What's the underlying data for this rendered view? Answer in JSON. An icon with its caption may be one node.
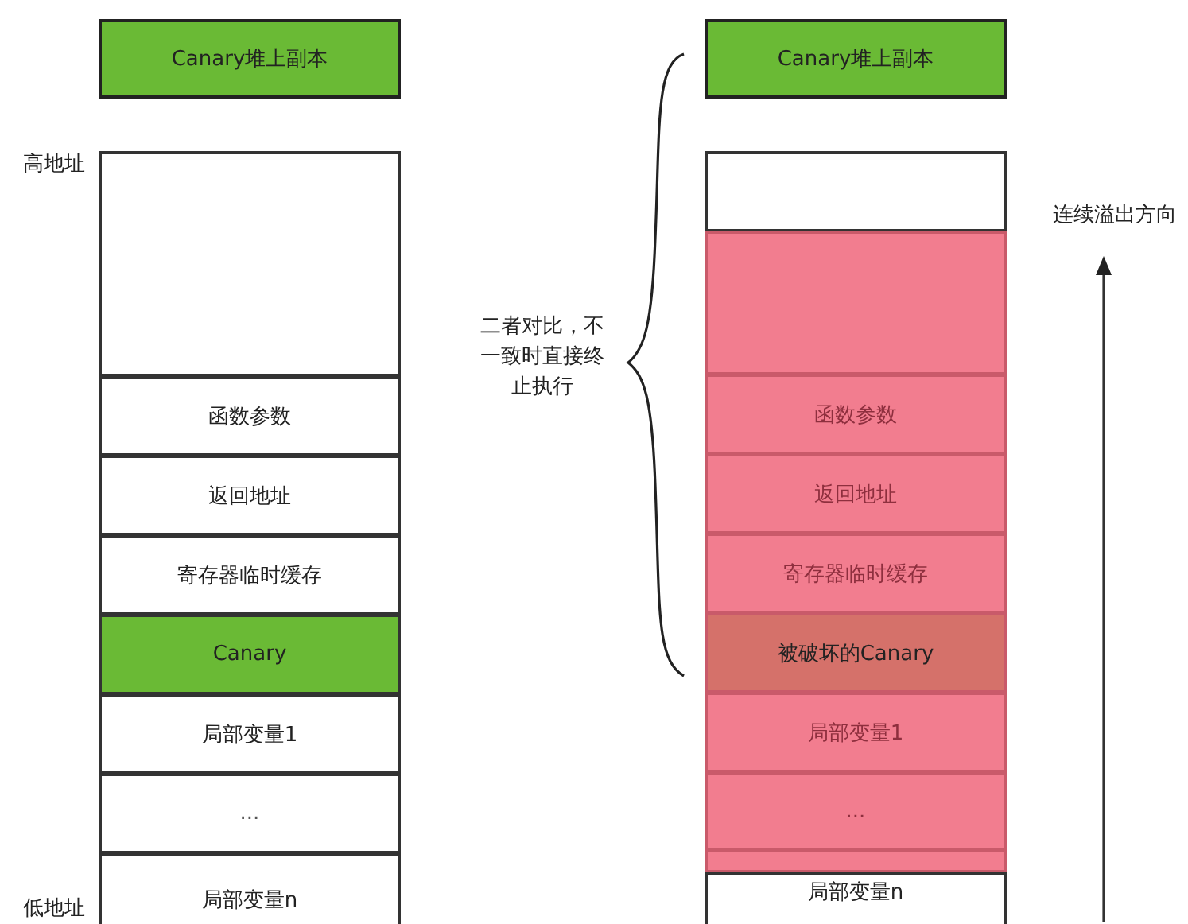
{
  "diagram": {
    "nodes": [
      {
        "text": [
          "Canary堆上副本"
        ]
      },
      {
        "text": [],
        "shape": "box"
      },
      {
        "text": [
          "函数参数"
        ]
      },
      {
        "text": [
          "返回地址"
        ]
      },
      {
        "text": [
          "寄存器临时缓存"
        ]
      },
      {
        "text": [
          "Canary"
        ]
      },
      {
        "text": [
          "局部变量1"
        ]
      },
      {
        "text": [
          "..."
        ]
      },
      {
        "text": [
          "局部变量n"
        ]
      },
      {
        "text": [
          "Canary堆上副本"
        ]
      },
      {
        "text": [],
        "shape": "box"
      },
      {
        "text": [],
        "shape": "box"
      },
      {
        "text": [
          "函数参数"
        ]
      },
      {
        "text": [
          "返回地址"
        ]
      },
      {
        "text": [
          "寄存器临时缓存"
        ]
      },
      {
        "text": [
          "被破坏的Canary"
        ]
      },
      {
        "text": [
          "局部变量1"
        ]
      },
      {
        "text": [
          "..."
        ]
      },
      {
        "text": [],
        "shape": "box"
      },
      {
        "text": [
          "局部变量n"
        ]
      }
    ],
    "labels": [
      "高地址",
      "低地址",
      "二者对比，不一致时直接终止执行",
      "连续溢出方向"
    ]
  }
}
